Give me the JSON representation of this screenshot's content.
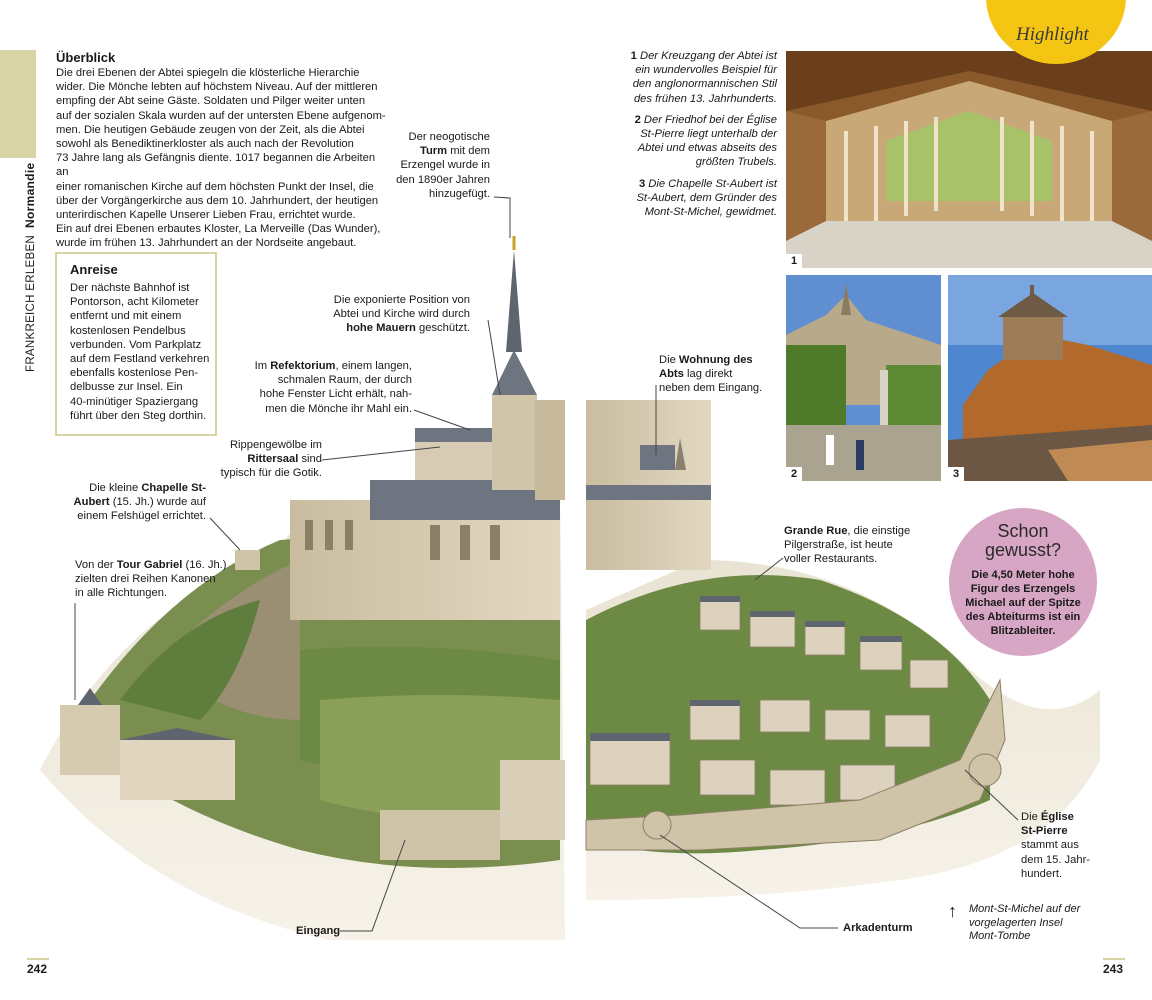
{
  "side": {
    "section": "FRANKREICH ERLEBEN",
    "region": "Normandie"
  },
  "ueberblick": {
    "title": "Überblick",
    "lines": [
      "Die drei Ebenen der Abtei spiegeln die klösterliche Hierarchie",
      "wider. Die Mönche lebten auf höchstem Niveau. Auf der mittleren",
      "empfing der Abt seine Gäste. Soldaten und Pilger weiter unten",
      "auf der sozialen Skala wurden auf der untersten Ebene aufgenom-",
      "men. Die heutigen Gebäude zeugen von der Zeit, als die Abtei",
      "sowohl als Benediktinerkloster als auch nach der Revolution",
      "73 Jahre lang als Gefängnis diente. 1017 begannen die Arbeiten an",
      "einer romanischen Kirche auf dem höchsten Punkt der Insel, die",
      "über der Vorgängerkirche aus dem 10. Jahrhundert, der heutigen",
      "unterirdischen Kapelle Unserer Lieben Frau, errichtet wurde.",
      "Ein auf drei Ebenen erbautes Kloster, La Merveille (Das Wunder),",
      "wurde im frühen 13. Jahrhundert an der Nordseite angebaut."
    ]
  },
  "anreise": {
    "title": "Anreise",
    "lines": [
      "Der nächste Bahnhof ist",
      "Pontorson, acht Kilometer",
      "entfernt und mit einem",
      "kostenlosen Pendelbus",
      "verbunden. Vom Parkplatz",
      "auf dem Festland verkehren",
      "ebenfalls kostenlose Pen-",
      "delbusse zur Insel. Ein",
      "40-minütiger Spaziergang",
      "führt über den Steg dorthin."
    ]
  },
  "callouts": {
    "turm": {
      "l1": "Der neogotische",
      "b": "Turm",
      "l2a": " mit dem",
      "l3": "Erzengel wurde in",
      "l4": "den 1890er Jahren",
      "l5": "hinzugefügt."
    },
    "mauern": {
      "l1": "Die exponierte Position von",
      "l2": "Abtei und Kirche wird durch",
      "b": "hohe Mauern",
      "l3": " geschützt."
    },
    "refektorium": {
      "l1a": "Im ",
      "b": "Refektorium",
      "l1b": ", einem langen,",
      "l2": "schmalen Raum, der durch",
      "l3": "hohe Fenster Licht erhält, nah-",
      "l4": "men die Mönche ihr Mahl ein."
    },
    "rittersaal": {
      "l1": "Rippengewölbe im",
      "b": "Rittersaal",
      "l2": " sind",
      "l3": "typisch für die Gotik."
    },
    "chapelle": {
      "l1a": "Die kleine ",
      "b1": "Chapelle St-",
      "b2": "Aubert",
      "l2": " (15. Jh.) wurde auf",
      "l3": "einem Felshügel errichtet."
    },
    "gabriel": {
      "l1a": "Von der ",
      "b": "Tour Gabriel",
      "l1b": " (16. Jh.)",
      "l2": "zielten drei Reihen Kanonen",
      "l3": "in alle Richtungen."
    },
    "eingang": "Eingang",
    "wohnung": {
      "l1a": "Die ",
      "b1": "Wohnung des",
      "b2": "Abts",
      "l2": " lag direkt",
      "l3": "neben dem Eingang."
    },
    "granderue": {
      "b": "Grande Rue",
      "l1": ", die einstige",
      "l2": "Pilgerstraße, ist heute",
      "l3": "voller Restaurants."
    },
    "eglise": {
      "l1": "Die ",
      "b1": "Église",
      "b2": "St-Pierre",
      "l2": "stammt aus",
      "l3": "dem 15. Jahr-",
      "l4": "hundert."
    },
    "arkadenturm": "Arkadenturm"
  },
  "photo_captions": [
    {
      "num": "1",
      "lines": [
        "Der Kreuzgang der Abtei ist",
        "ein wundervolles Beispiel für",
        "den anglonormannischen Stil",
        "des frühen 13. Jahrhunderts."
      ]
    },
    {
      "num": "2",
      "lines": [
        "Der Friedhof bei der Église",
        "St-Pierre liegt unterhalb der",
        "Abtei und etwas abseits des",
        "größten Trubels."
      ]
    },
    {
      "num": "3",
      "lines": [
        "Die Chapelle St-Aubert ist",
        "St-Aubert, dem Gründer des",
        "Mont-St-Michel, gewidmet."
      ]
    }
  ],
  "photo_numbers": [
    "1",
    "2",
    "3"
  ],
  "highlight": "Highlight",
  "schon": {
    "title_l1": "Schon",
    "title_l2": "gewusst?",
    "lines": [
      "Die 4,50 Meter hohe",
      "Figur des Erzengels",
      "Michael auf der Spitze",
      "des Abteiturms ist ein",
      "Blitzableiter."
    ]
  },
  "mont_caption": {
    "arrow": "↑",
    "lines": [
      "Mont-St-Michel auf der",
      "vorgelagerten Insel",
      "Mont-Tombe"
    ]
  },
  "page_numbers": {
    "left": "242",
    "right": "243"
  },
  "colors": {
    "accent_olive": "#d9d4a6",
    "highlight_yellow": "#f5c514",
    "schon_pink": "#d8a6c5",
    "stone": "#cfc3a8",
    "roof": "#6e7480",
    "green": "#5f7d3c"
  }
}
